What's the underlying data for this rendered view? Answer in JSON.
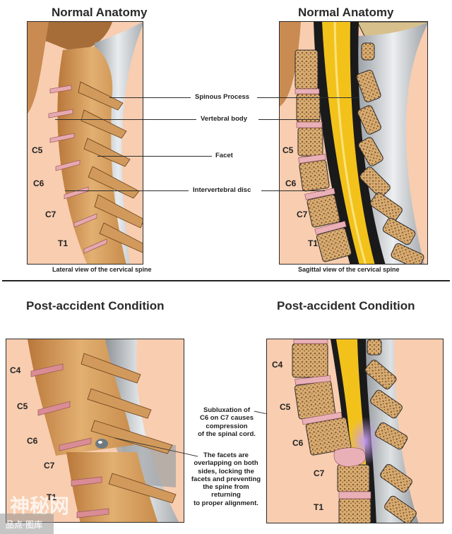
{
  "top_left": {
    "title": "Normal Anatomy",
    "caption": "Lateral view of the cervical spine",
    "levels": [
      "C5",
      "C6",
      "C7",
      "T1"
    ]
  },
  "top_right": {
    "title": "Normal Anatomy",
    "caption": "Sagittal view of the cervical spine",
    "levels": [
      "C5",
      "C6",
      "C7",
      "T1"
    ]
  },
  "center_labels": [
    "Spinous Process",
    "Vertebral body",
    "Facet",
    "Intervertebral disc"
  ],
  "bottom_left": {
    "title": "Post-accident Condition",
    "levels": [
      "C4",
      "C5",
      "C6",
      "C7",
      "T1"
    ]
  },
  "bottom_right": {
    "title": "Post-accident Condition",
    "levels": [
      "C4",
      "C5",
      "C6",
      "C7",
      "T1"
    ]
  },
  "notes": {
    "subluxation": [
      "Subluxation of",
      "C6 on C7 causes",
      "compression",
      "of the spinal cord."
    ],
    "facets": [
      "The facets are",
      "overlapping on both",
      "sides, locking the",
      "facets and preventing",
      "the spine from",
      "returning",
      "to proper alignment."
    ]
  },
  "watermark": {
    "large": "神秘网",
    "small": "品点·图库"
  },
  "colors": {
    "skin_background": "#f8cdb0",
    "bone": "#d9a866",
    "disc": "#eab0b8",
    "spinal_cord": "#f2c21b",
    "ligament": "#bfc3c6",
    "compression_glow": "#b58ae0"
  }
}
